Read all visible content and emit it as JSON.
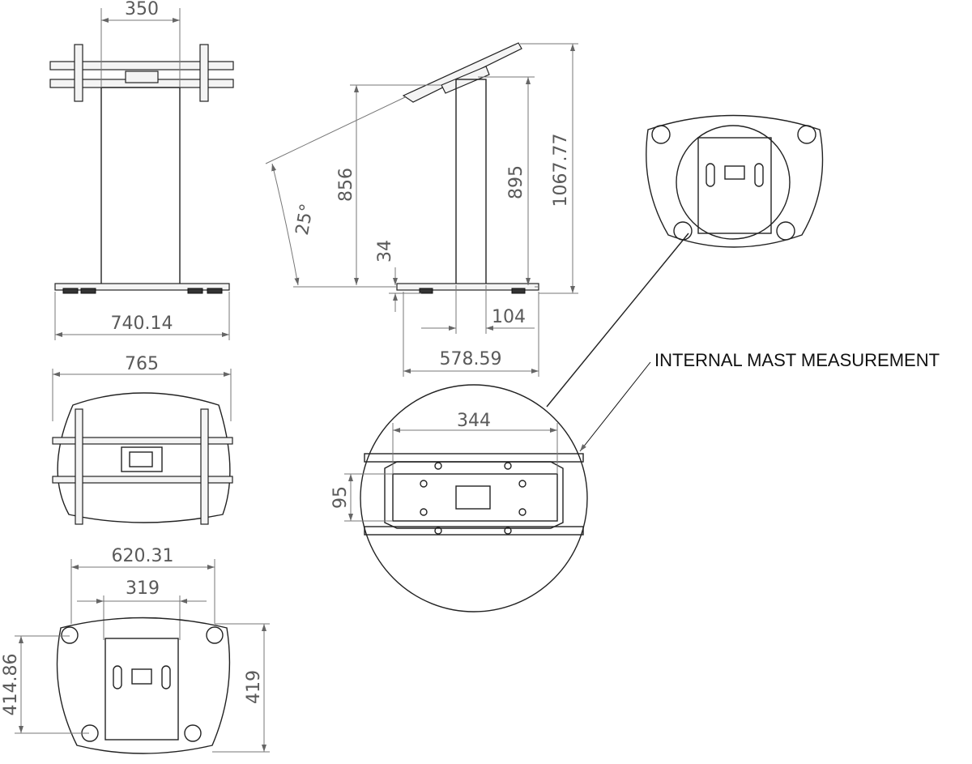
{
  "front_view": {
    "dim_mount_width": "350",
    "dim_base_width": "740.14"
  },
  "side_view": {
    "dim_height_856": "856",
    "dim_angle": "25°",
    "dim_foot_34": "34",
    "dim_height_895": "895",
    "dim_total_height": "1067.77",
    "dim_mast_depth": "104",
    "dim_base_depth": "578.59"
  },
  "rear_view": {
    "dim_width": "765"
  },
  "detail_view": {
    "callout_label": "INTERNAL MAST MEASUREMENT",
    "dim_width": "344",
    "dim_height": "95"
  },
  "bottom_view": {
    "dim_outer_width": "620.31",
    "dim_inner_width": "319",
    "dim_depth_left": "414.86",
    "dim_depth_right": "419"
  }
}
